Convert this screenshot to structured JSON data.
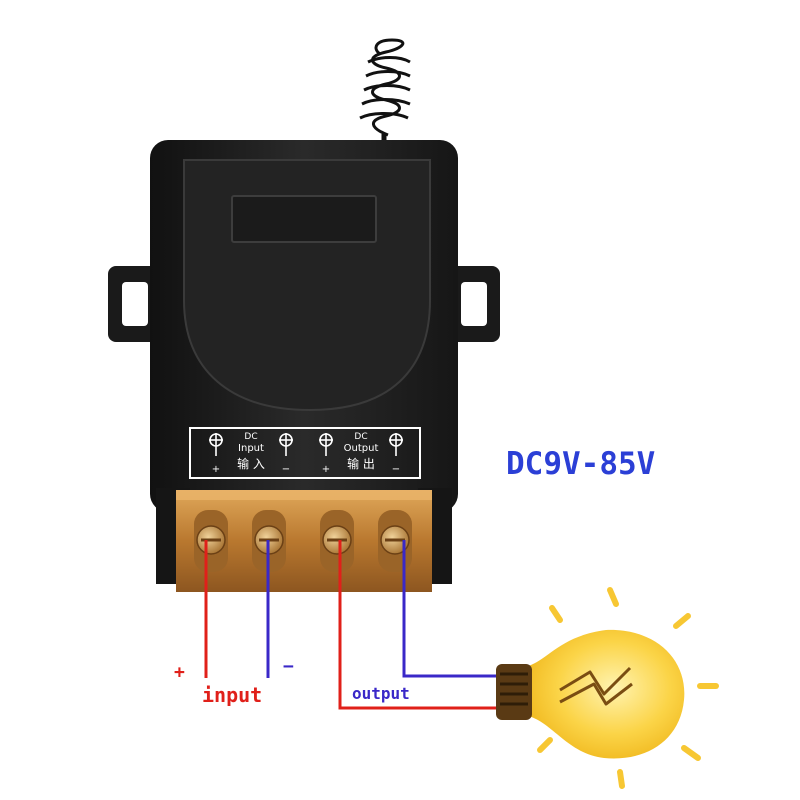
{
  "voltage_label": "DC9V-85V",
  "wiring": {
    "input_label": "input",
    "output_label": "output",
    "plus_sign": "+",
    "minus_sign": "−"
  },
  "terminal_plate": {
    "input_dc": "DC",
    "input_word": "Input",
    "input_cn": "输 入",
    "output_dc": "DC",
    "output_word": "Output",
    "output_cn": "输 出",
    "plus": "+",
    "minus": "−"
  },
  "colors": {
    "wire_red": "#e0201a",
    "wire_blue": "#3a28c8",
    "voltage_text": "#2b3fd6",
    "module_body": "#1c1c1c",
    "terminal_block": "#c98a3c",
    "bulb_glow": "#f7c733"
  }
}
